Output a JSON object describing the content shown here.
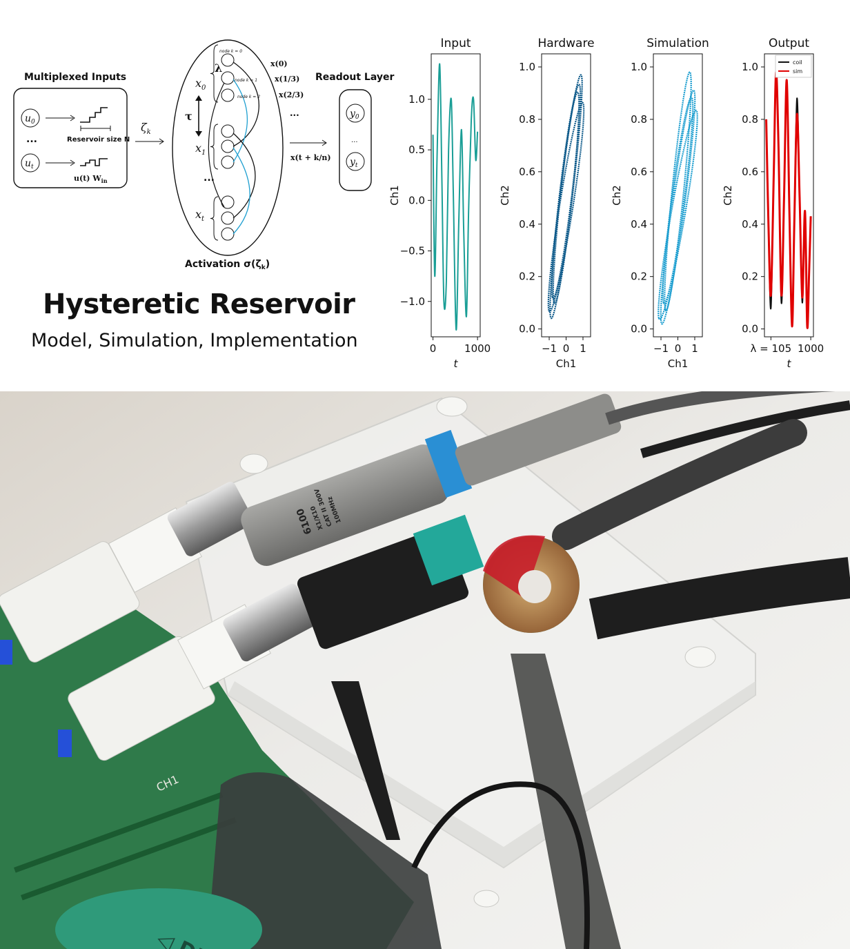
{
  "title": "Hysteretic Reservoir",
  "subtitle": "Model, Simulation, Implementation",
  "diagram": {
    "multiplexed_inputs_label": "Multiplexed Inputs",
    "u0": "u",
    "u0_sub": "0",
    "ut": "u",
    "ut_sub": "t",
    "dots": "...",
    "reservoir_size_label": "Reservoir size N",
    "u_w_label": "u(t) W",
    "w_sub": "in",
    "zeta_label": "ζ",
    "zeta_sub": "k",
    "lambda_label": "λ",
    "tau_label": "τ",
    "x0": "x",
    "x0_sub": "0",
    "x1": "x",
    "x1_sub": "1",
    "xt": "x",
    "xt_sub": "t",
    "node_labels": [
      "node k = 0",
      "node k = 1",
      "node k = 2"
    ],
    "time_labels": [
      "x(0)",
      "x(1/3)",
      "x(2/3)",
      "...",
      "x(t + k/n)"
    ],
    "activation_label": "Activation σ(ζ",
    "activation_sub": "k",
    "activation_close": ")",
    "readout_label": "Readout Layer",
    "y0": "y",
    "y0_sub": "0",
    "yt": "y",
    "yt_sub": "t"
  },
  "chart_data": [
    {
      "type": "line",
      "title": "Input",
      "xlabel": "t",
      "ylabel": "Ch1",
      "xlim": [
        -40,
        1060
      ],
      "ylim": [
        -1.35,
        1.45
      ],
      "xticks": [
        0,
        1000
      ],
      "xtick_labels": [
        "0",
        "1000"
      ],
      "yticks": [
        1.0,
        0.5,
        0.0,
        -0.5,
        -1.0
      ],
      "ytick_labels": [
        "1.0",
        "0.5",
        "0.0",
        "−0.5",
        "−1.0"
      ],
      "color": "#1a9e96",
      "series": [
        {
          "x": [
            0,
            40,
            90,
            150,
            200,
            245,
            300,
            350,
            410,
            455,
            520,
            580,
            640,
            690,
            750,
            800,
            860,
            910,
            960,
            1000
          ],
          "y": [
            0.65,
            -0.75,
            0.4,
            1.35,
            0.2,
            -1.0,
            -0.8,
            0.5,
            1.0,
            0.1,
            -1.28,
            -0.2,
            0.7,
            -0.3,
            -1.15,
            -0.1,
            0.8,
            1.0,
            0.4,
            0.68
          ]
        }
      ]
    },
    {
      "type": "scatter",
      "title": "Hardware",
      "xlabel": "Ch1",
      "ylabel": "Ch2",
      "xlim": [
        -1.45,
        1.45
      ],
      "ylim": [
        -0.03,
        1.05
      ],
      "xticks": [
        -1,
        0,
        1
      ],
      "xtick_labels": [
        "−1",
        "0",
        "1"
      ],
      "yticks": [
        0.0,
        0.2,
        0.4,
        0.6,
        0.8,
        1.0
      ],
      "ytick_labels": [
        "0.0",
        "0.2",
        "0.4",
        "0.6",
        "0.8",
        "1.0"
      ],
      "color": "#0e5a8a",
      "series": [
        {
          "loops": [
            [
              1.0,
              0.95,
              0.9,
              0.1
            ],
            [
              1.3,
              0.88,
              1.1,
              0.05
            ],
            [
              0.85,
              0.99,
              1.3,
              0.02
            ],
            [
              0.7,
              0.92,
              1.0,
              0.08
            ]
          ]
        }
      ]
    },
    {
      "type": "scatter",
      "title": "Simulation",
      "xlabel": "Ch1",
      "ylabel": "Ch2",
      "xlim": [
        -1.45,
        1.45
      ],
      "ylim": [
        -0.03,
        1.05
      ],
      "xticks": [
        -1,
        0,
        1
      ],
      "xtick_labels": [
        "−1",
        "0",
        "1"
      ],
      "yticks": [
        0.0,
        0.2,
        0.4,
        0.6,
        0.8,
        1.0
      ],
      "ytick_labels": [
        "0.0",
        "0.2",
        "0.4",
        "0.6",
        "0.8",
        "1.0"
      ],
      "color": "#1f9fd0",
      "series": [
        {
          "loops": [
            [
              1.1,
              0.93,
              1.2,
              0.0
            ],
            [
              0.8,
              1.0,
              0.95,
              0.05
            ],
            [
              1.3,
              0.85,
              1.35,
              0.02
            ],
            [
              1.0,
              0.9,
              1.0,
              0.08
            ]
          ]
        }
      ]
    },
    {
      "type": "line",
      "title": "Output",
      "xlabel": "t",
      "ylabel": "Ch2",
      "xlim": [
        -40,
        1060
      ],
      "ylim": [
        -0.03,
        1.05
      ],
      "xticks": [
        105,
        1000
      ],
      "xtick_labels": [
        "λ = 105",
        "1000"
      ],
      "yticks": [
        0.0,
        0.2,
        0.4,
        0.6,
        0.8,
        1.0
      ],
      "ytick_labels": [
        "0.0",
        "0.2",
        "0.4",
        "0.6",
        "0.8",
        "1.0"
      ],
      "legend": "top-right",
      "series": [
        {
          "name": "coil",
          "color": "#111111",
          "x": [
            0,
            50,
            105,
            170,
            220,
            275,
            340,
            400,
            460,
            520,
            580,
            630,
            690,
            750,
            810,
            870,
            920,
            960,
            1000
          ],
          "y": [
            0.8,
            0.4,
            0.08,
            0.6,
            0.98,
            0.7,
            0.1,
            0.5,
            0.95,
            0.45,
            0.02,
            0.4,
            0.88,
            0.5,
            0.1,
            0.45,
            0.02,
            0.2,
            0.43
          ]
        },
        {
          "name": "sim",
          "color": "#e00000",
          "x": [
            0,
            50,
            105,
            170,
            220,
            275,
            340,
            400,
            460,
            520,
            580,
            630,
            690,
            750,
            810,
            870,
            920,
            960,
            1000
          ],
          "y": [
            0.8,
            0.4,
            0.13,
            0.6,
            0.98,
            0.7,
            0.13,
            0.5,
            0.95,
            0.45,
            0.01,
            0.4,
            0.82,
            0.5,
            0.12,
            0.45,
            0.01,
            0.2,
            0.43
          ]
        }
      ]
    }
  ],
  "photo": {
    "probe_text": [
      "6100",
      "X1/X10",
      "CAT II 300V",
      "100MHz"
    ],
    "board_label": "CH1",
    "brand_text": "◁ DIG",
    "colors": {
      "background": "#e9e6e1",
      "probe_grey": "#8d8d8a",
      "cable_black": "#1e1e1e",
      "ferrite_green": "#2f9a7a",
      "coil_copper": "#c8703a",
      "coil_red": "#c81e2a",
      "pcb_green": "#2f7a4a",
      "connector_white": "#f2f2ee",
      "blue_ring": "#2a8fd4"
    }
  }
}
